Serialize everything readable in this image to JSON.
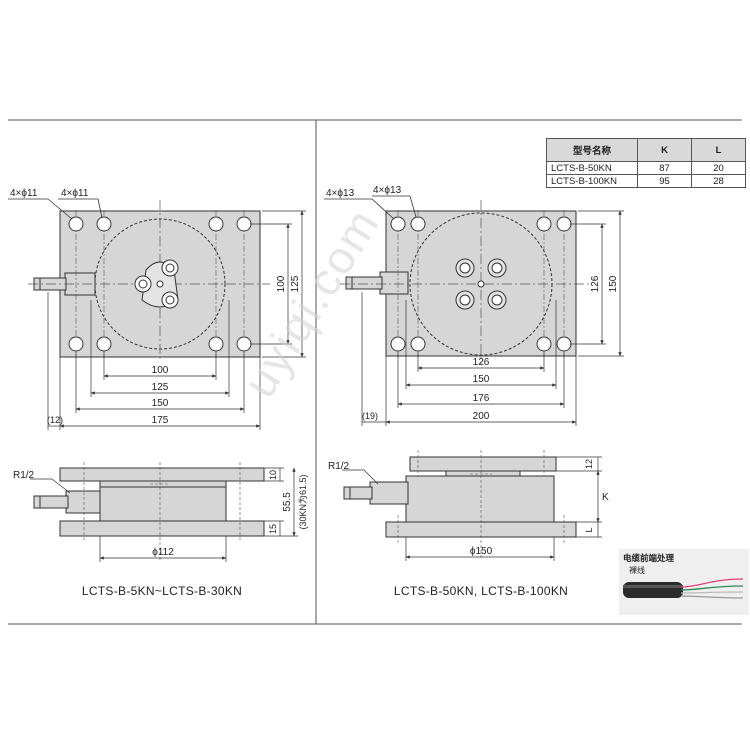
{
  "left_view": {
    "caption": "LCTS-B-5KN~LCTS-B-30KN",
    "hole_label_outer": "4×ϕ11",
    "hole_label_inner": "4×ϕ11",
    "dims": {
      "d100_h": "100",
      "d125_h": "125",
      "d150_h": "150",
      "d175_h": "175",
      "d12": "(12)",
      "d100_v": "100",
      "d125_v": "125",
      "d112": "ϕ112",
      "d10": "10",
      "d15": "15",
      "d55_5": "55.5",
      "d30kn": "(30KN为61.5)"
    },
    "thread": "R1/2"
  },
  "right_view": {
    "caption": "LCTS-B-50KN, LCTS-B-100KN",
    "hole_label_outer": "4×ϕ13",
    "hole_label_inner": "4×ϕ13",
    "dims": {
      "d126_h": "126",
      "d150_h": "150",
      "d176_h": "176",
      "d200_h": "200",
      "d19": "(19)",
      "d126_v": "126",
      "d150_v": "150",
      "d150_phi": "ϕ150",
      "d12": "12",
      "dK": "K",
      "dL": "L"
    },
    "thread": "R1/2"
  },
  "spec_table": {
    "headers": [
      "型号名称",
      "K",
      "L"
    ],
    "rows": [
      [
        "LCTS-B-50KN",
        "87",
        "20"
      ],
      [
        "LCTS-B-100KN",
        "95",
        "28"
      ]
    ]
  },
  "cable_note": {
    "title": "电缆前端处理",
    "subtitle": "裸线",
    "wire_colors": [
      "#e0407a",
      "#2e8b57",
      "#ffffff",
      "#9a9a9a"
    ]
  },
  "watermark": "uyiqi.com",
  "colors": {
    "part_fill": "#d6d6d6",
    "line": "#333333"
  }
}
